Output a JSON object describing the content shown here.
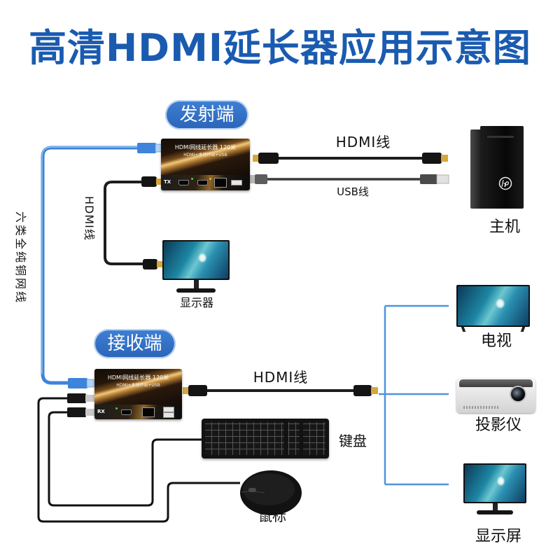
{
  "title": "高清HDMI延长器应用示意图",
  "transmitter": {
    "badge": "发射端",
    "device": {
      "name_line": "HDMI网线延长器 120米",
      "feature_line": "HDMI+本地环出+USB",
      "side_tag": "TX"
    }
  },
  "receiver": {
    "badge": "接收端",
    "device": {
      "name_line": "HDMI网线延长器 120米",
      "feature_line": "HDMI+本地环出+USB",
      "side_tag": "RX"
    }
  },
  "cables": {
    "tx_hdmi_to_host": "HDMI线",
    "tx_usb_to_host": "USB线",
    "tx_hdmi_loop_out": "HDMI线",
    "network": "六类全纯铜网线",
    "rx_hdmi_out": "HDMI线"
  },
  "devices": {
    "host": "主机",
    "local_monitor": "显示器",
    "tv": "电视",
    "projector": "投影仪",
    "display": "显示屏",
    "keyboard": "键盘",
    "mouse": "鼠标"
  },
  "colors": {
    "title": "#1a5bb0",
    "badge": "#2a64b8",
    "network_cable": "#3d84da",
    "branch_lines": "#4f93dd"
  }
}
